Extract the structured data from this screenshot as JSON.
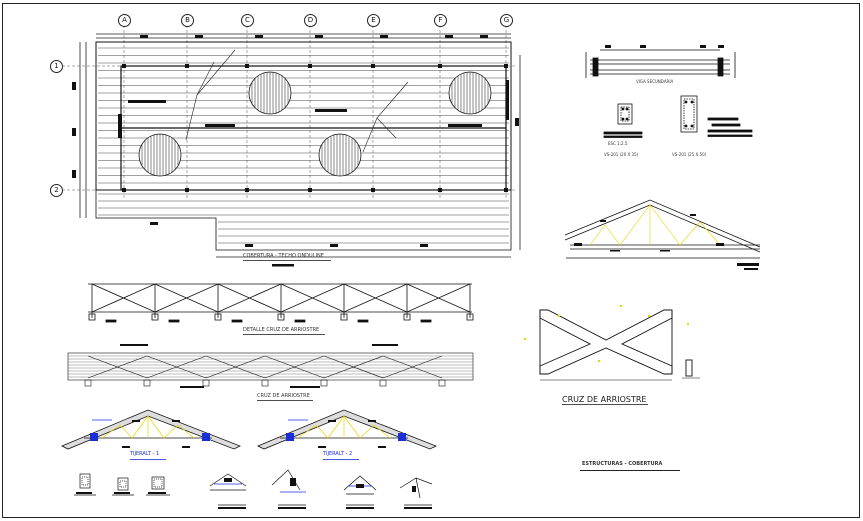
{
  "drawing": {
    "grid_columns": [
      "A",
      "B",
      "C",
      "D",
      "E",
      "F",
      "G"
    ],
    "grid_rows": [
      "1",
      "2"
    ],
    "plan_title": "COBERTURA - TECHO ONDULINE",
    "brace_detail_title": "DETALLE CRUZ DE ARRIOSTRE",
    "brace_plan_title": "CRUZ DE ARRIOSTRE",
    "brace_large_title": "CRUZ DE ARRIOSTRE",
    "truss1_title": "TIJERALT - 1",
    "truss2_title": "TIJERALT - 2",
    "viga_title": "VIGA SECUNDARIA",
    "section1_label": "VS-201 (20 X 35)",
    "section2_label": "VS-201 (25 X 50)",
    "section1_scale": "ESC 1:2.5",
    "sheet_title": "ESTRUCTURAS - COBERTURA"
  },
  "colors": {
    "line": "#1a1a1a",
    "accent_blue": "#1a2fd6",
    "accent_yellow": "#e8d400",
    "hatch": "#444444"
  }
}
